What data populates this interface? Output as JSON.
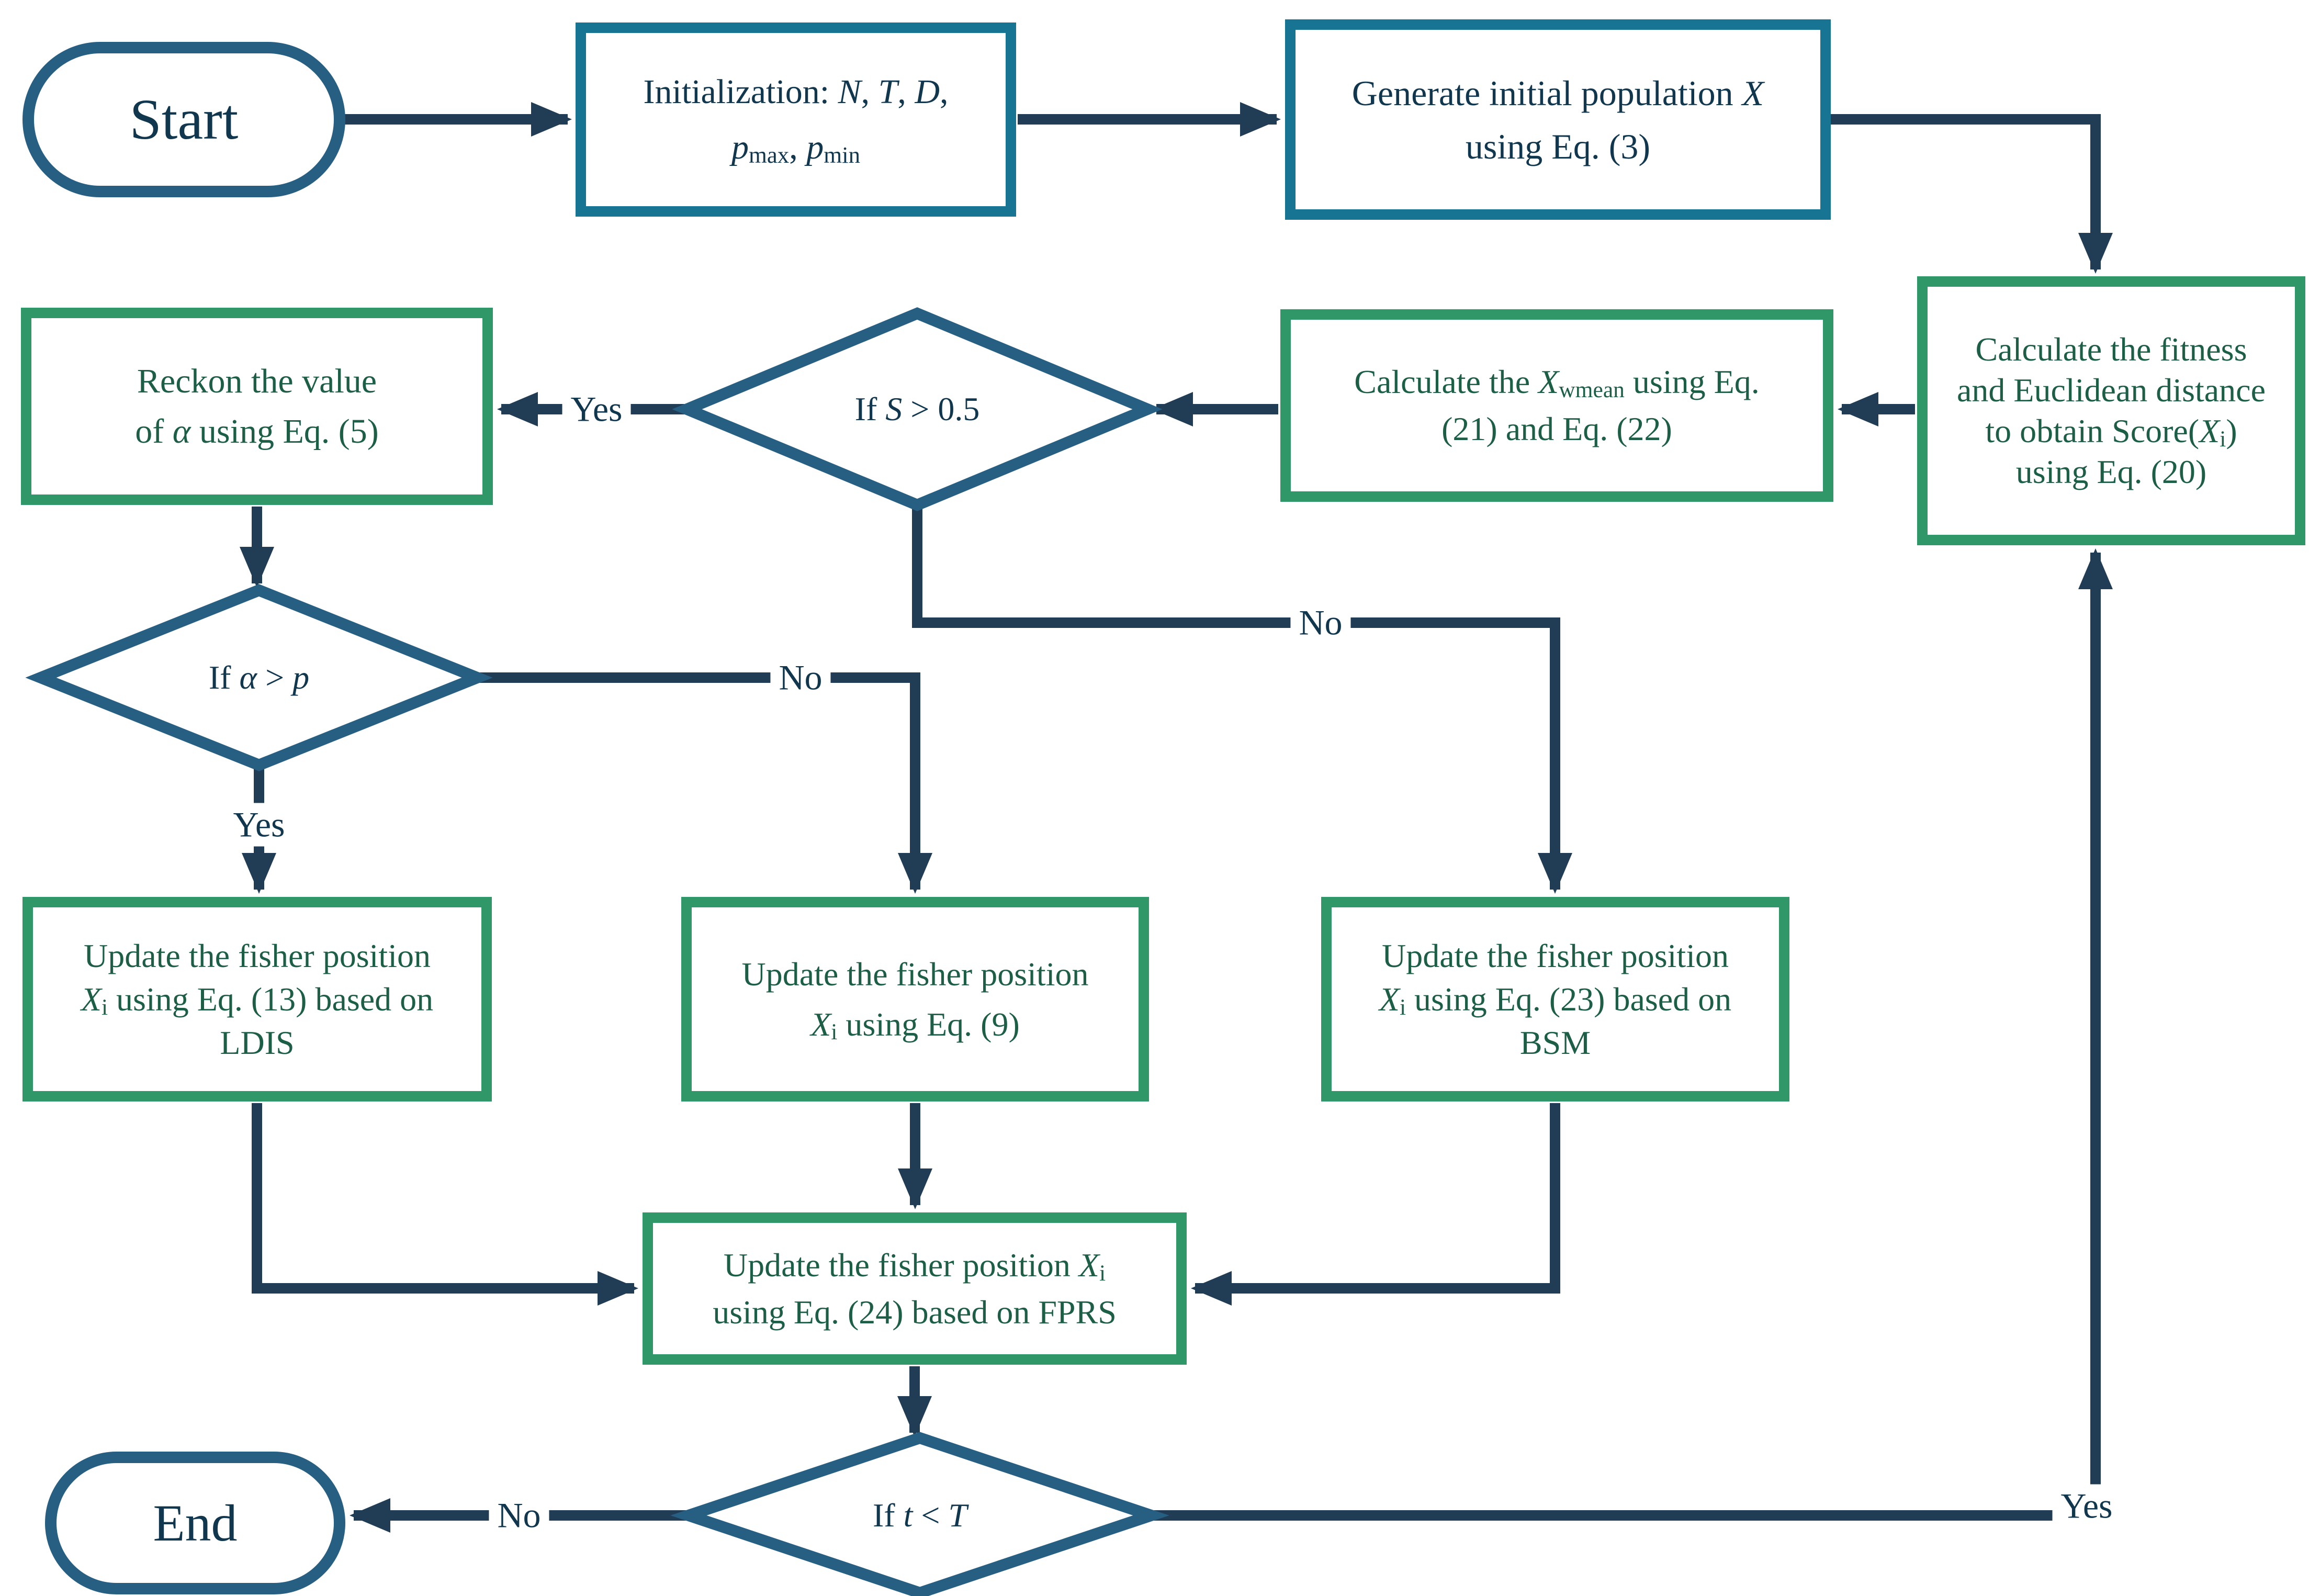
{
  "figure": {
    "type": "flowchart"
  },
  "colors": {
    "teal": "#177492",
    "green": "#309768",
    "navy": "#275F83",
    "arrow": "#203D55",
    "tblue": "#11374F",
    "tgreen": "#1C5F46"
  },
  "nodes": {
    "start": {
      "label": "Start"
    },
    "initialization": {
      "text": "Initialization: [i]N[/i], [i]T[/i], [i]D[/i],\n[i]p[/i][sub]max[/sub], [i]p[/i][sub]min[/sub]"
    },
    "generate_population": {
      "text": "Generate initial population [i]X[/i]\nusing Eq. (3)"
    },
    "calc_fitness": {
      "text": "Calculate the fitness\nand Euclidean distance\nto obtain Score([i]X[/i][sub]i[/sub])\nusing Eq. (20)"
    },
    "calc_xwmean": {
      "text": "Calculate the [i]X[/i][sub]wmean[/sub] using Eq.\n(21) and Eq. (22)"
    },
    "decision_s": {
      "text": "If [i]S[/i] > 0.5"
    },
    "reckon_alpha": {
      "text": "Reckon the value\nof [i]α[/i] using Eq. (5)"
    },
    "decision_alpha": {
      "text": "If [i]α[/i] > [i]p[/i]"
    },
    "update_ldis": {
      "text": "Update the fisher position\n[i]X[/i][sub]i[/sub] using Eq. (13) based on\nLDIS"
    },
    "update_eq9": {
      "text": "Update the fisher position\n[i]X[/i][sub]i[/sub] using Eq. (9)"
    },
    "update_bsm": {
      "text": "Update the fisher position\n[i]X[/i][sub]i[/sub] using Eq. (23) based on\nBSM"
    },
    "update_fprs": {
      "text": "Update the fisher position [i]X[/i][sub]i[/sub]\nusing Eq. (24) based on FPRS"
    },
    "decision_t": {
      "text": "If [i]t[/i] < [i]T[/i]"
    },
    "end": {
      "label": "End"
    }
  },
  "edge_labels": {
    "s_yes": "Yes",
    "s_no": "No",
    "alpha_yes": "Yes",
    "alpha_no": "No",
    "t_no": "No",
    "t_yes": "Yes"
  }
}
